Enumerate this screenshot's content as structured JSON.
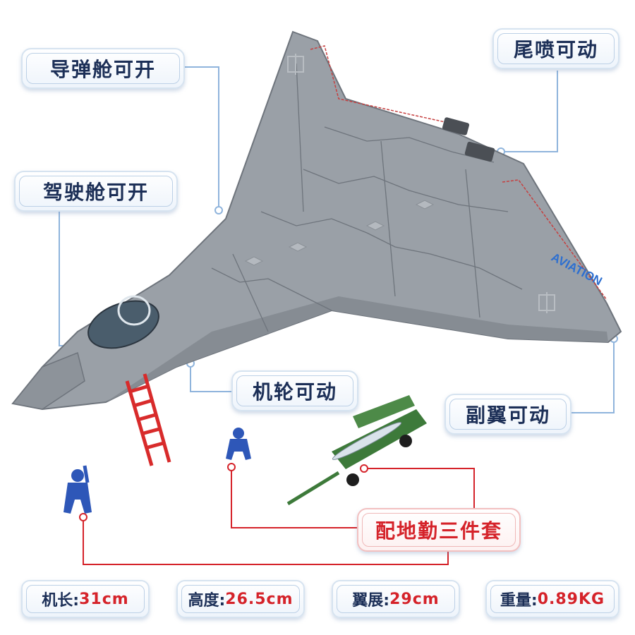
{
  "callouts": {
    "missile_bay": "导弹舱可开",
    "cockpit": "驾驶舱可开",
    "nozzle": "尾喷可动",
    "wheels": "机轮可动",
    "aileron": "副翼可动",
    "ground_set": "配地勤三件套"
  },
  "aircraft": {
    "tail_lettering": "AVIATION"
  },
  "specs": {
    "length": {
      "label": "机长:",
      "value": "31cm"
    },
    "height": {
      "label": "高度:",
      "value": "26.5cm"
    },
    "span": {
      "label": "翼展:",
      "value": "29cm"
    },
    "weight": {
      "label": "重量:",
      "value": "0.89KG"
    }
  },
  "colors": {
    "aircraft_gray": "#9aa0a7",
    "panel_line": "#6e747c",
    "callout_text": "#1c2f57",
    "accent_red": "#d5232a",
    "leader_blue": "#8fb4dc",
    "ground_crew_blue": "#2e57b8",
    "ladder_red": "#d82b2b",
    "cart_green": "#3d7a3a"
  }
}
